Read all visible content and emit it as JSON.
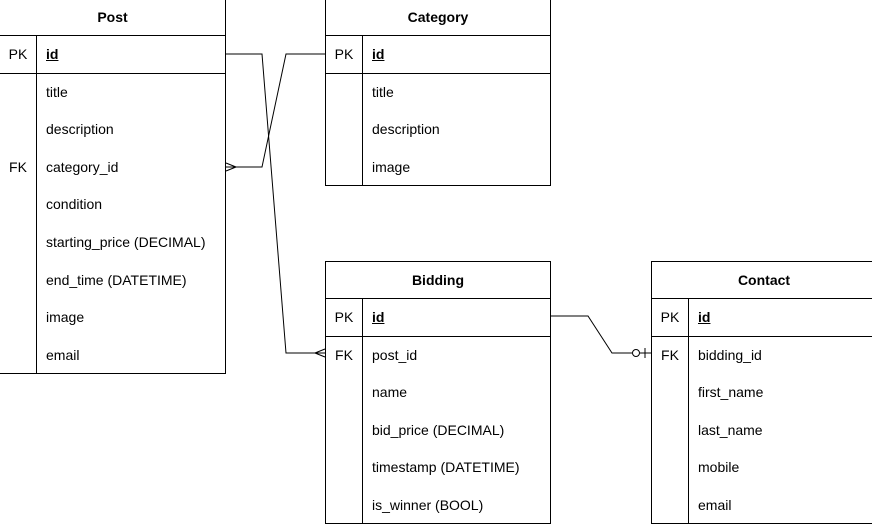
{
  "entities": {
    "post": {
      "title": "Post",
      "rows": [
        {
          "key": "PK",
          "field": "id"
        },
        {
          "key": "",
          "field": "title"
        },
        {
          "key": "",
          "field": "description"
        },
        {
          "key": "FK",
          "field": "category_id"
        },
        {
          "key": "",
          "field": "condition"
        },
        {
          "key": "",
          "field": "starting_price (DECIMAL)"
        },
        {
          "key": "",
          "field": "end_time (DATETIME)"
        },
        {
          "key": "",
          "field": "image"
        },
        {
          "key": "",
          "field": "email"
        }
      ]
    },
    "category": {
      "title": "Category",
      "rows": [
        {
          "key": "PK",
          "field": "id"
        },
        {
          "key": "",
          "field": "title"
        },
        {
          "key": "",
          "field": "description"
        },
        {
          "key": "",
          "field": "image"
        }
      ]
    },
    "bidding": {
      "title": "Bidding",
      "rows": [
        {
          "key": "PK",
          "field": "id"
        },
        {
          "key": "FK",
          "field": "post_id"
        },
        {
          "key": "",
          "field": "name"
        },
        {
          "key": "",
          "field": "bid_price (DECIMAL)"
        },
        {
          "key": "",
          "field": "timestamp (DATETIME)"
        },
        {
          "key": "",
          "field": "is_winner (BOOL)"
        }
      ]
    },
    "contact": {
      "title": "Contact",
      "rows": [
        {
          "key": "PK",
          "field": "id"
        },
        {
          "key": "FK",
          "field": "bidding_id"
        },
        {
          "key": "",
          "field": "first_name"
        },
        {
          "key": "",
          "field": "last_name"
        },
        {
          "key": "",
          "field": "mobile"
        },
        {
          "key": "",
          "field": "email"
        }
      ]
    }
  },
  "relationships": [
    {
      "from": "category.id",
      "to": "post.category_id",
      "notation": "one-to-many"
    },
    {
      "from": "post.id",
      "to": "bidding.post_id",
      "notation": "one-to-many"
    },
    {
      "from": "bidding.id",
      "to": "contact.bidding_id",
      "notation": "one-to-zero-or-one"
    }
  ],
  "colors": {
    "line": "#000000",
    "background": "#ffffff"
  }
}
